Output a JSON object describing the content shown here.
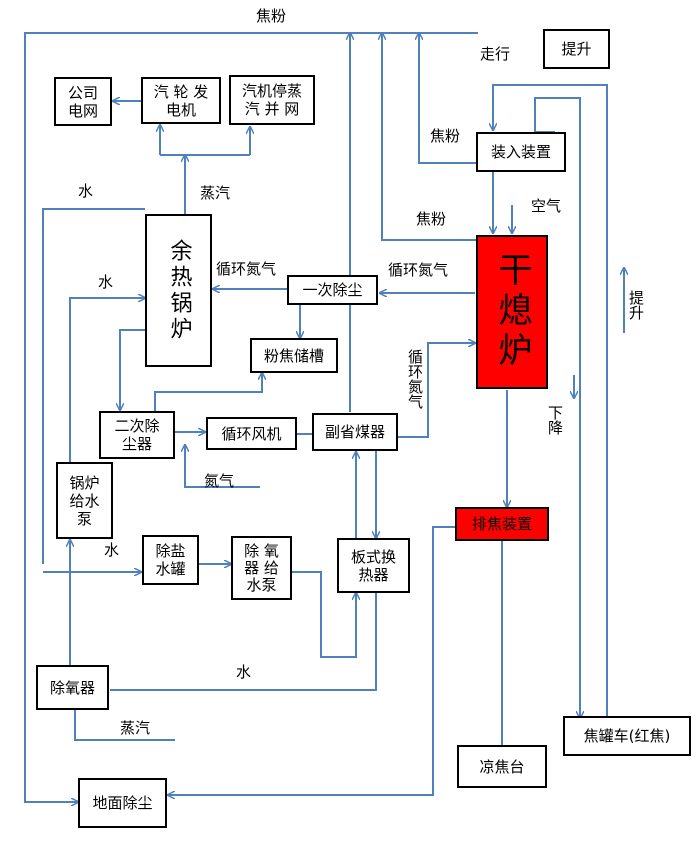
{
  "boxes": {
    "company_grid": [
      "公司",
      "电网"
    ],
    "turbine_generator": [
      "汽 轮 发",
      "电机"
    ],
    "turbine_stop_steam": [
      "汽机停蒸",
      "汽 并 网"
    ],
    "charging_device": "装入装置",
    "hoist_top": "提升",
    "waste_heat_boiler": "余热锅炉",
    "primary_dust": "一次除尘",
    "coke_powder_tank": "粉焦储槽",
    "dry_quench_furnace": "干熄炉",
    "secondary_dust": [
      "二次除",
      "尘器"
    ],
    "circ_fan": "循环风机",
    "economizer": "副省煤器",
    "boiler_feed_pump": [
      "锅炉",
      "给水",
      "泵"
    ],
    "desalted_tank": [
      "除盐",
      "水罐"
    ],
    "deaerator_pump": [
      "除 氧",
      "器 给",
      "水泵"
    ],
    "plate_exchanger": [
      "板式换",
      "热器"
    ],
    "coke_discharge": "排焦装置",
    "deaerator": "除氧器",
    "coke_tank_car": "焦罐车(红焦)",
    "cooling_platform": "凉焦台",
    "ground_dust": "地面除尘"
  },
  "labels": {
    "coke_powder_top": "焦粉",
    "travel": "走行",
    "coke_powder_mid": "焦粉",
    "coke_powder_low": "焦粉",
    "water_upper": "水",
    "steam_boiler": "蒸汽",
    "air": "空气",
    "circ_nitrogen_left": "循环氮气",
    "circ_nitrogen_right": "循环氮气",
    "water_left": "水",
    "hoist_right": "提升",
    "circ_nitrogen_vertical": "循环氮气",
    "descend": "下降",
    "nitrogen": "氮气",
    "water_lower": "水",
    "water_bottom": "水",
    "steam_bottom": "蒸汽"
  },
  "colors": {
    "line": "#4f81bd",
    "furnace": "#ff0000",
    "discharge": "#ff0000"
  }
}
